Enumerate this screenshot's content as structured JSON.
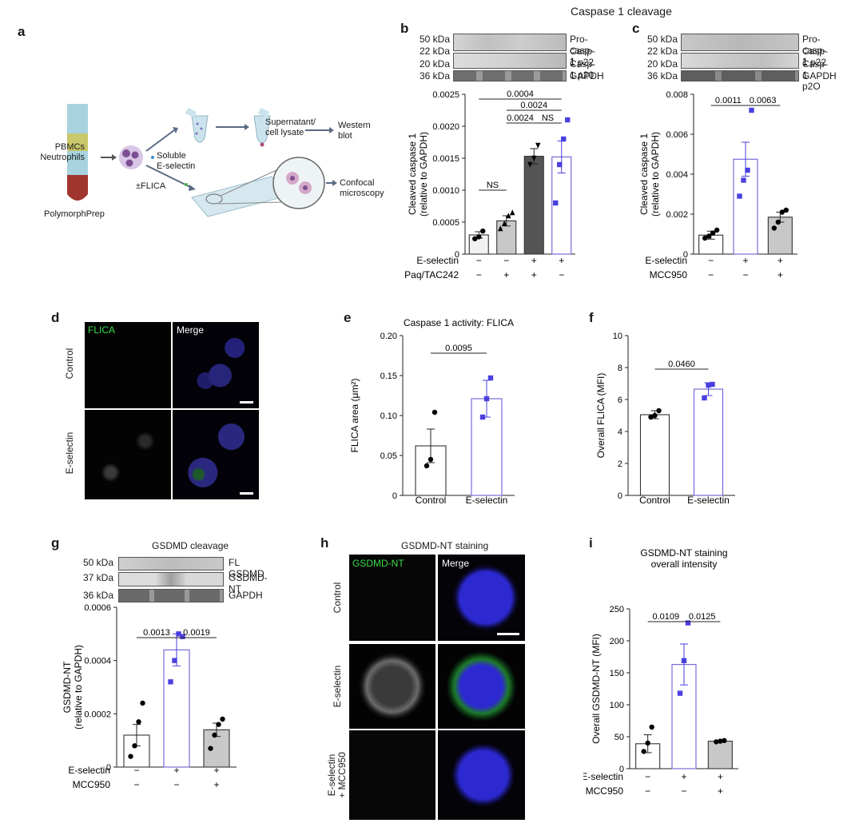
{
  "labels": {
    "a": "a",
    "b": "b",
    "c": "c",
    "d": "d",
    "e": "e",
    "f": "f",
    "g": "g",
    "h": "h",
    "i": "i"
  },
  "bc_header": "Caspase 1 cleavage",
  "schematic": {
    "ficoll": "PolymorphPrep",
    "layers": [
      "PBMCs",
      "Neutrophils"
    ],
    "soluble": "Soluble\nE-selectin",
    "flica": "±FLICA",
    "supernatant": "Supernatant/\ncell lysate",
    "western": "Western\nblot",
    "confocal": "Confocal\nmicroscopy"
  },
  "blot_b": {
    "rows": [
      {
        "mw": "50 kDa",
        "name": "Pro-casp-1"
      },
      {
        "mw": "22 kDa",
        "name": "Casp-1 p22"
      },
      {
        "mw": "20 kDa",
        "name": "Casp-1 p20"
      },
      {
        "mw": "36 kDa",
        "name": "GAPDH"
      }
    ]
  },
  "blot_c": {
    "rows": [
      {
        "mw": "50 kDa",
        "name": "Pro-casp-1"
      },
      {
        "mw": "22 kDa",
        "name": "Casp-1 p22"
      },
      {
        "mw": "20 kDa",
        "name": "Casp-1 p2O"
      },
      {
        "mw": "36 kDa",
        "name": "GAPDH"
      }
    ]
  },
  "blot_g": {
    "title": "GSDMD cleavage",
    "rows": [
      {
        "mw": "50 kDa",
        "name": "FL GSDMD"
      },
      {
        "mw": "37 kDa",
        "name": "GSDMD-NT"
      },
      {
        "mw": "36 kDa",
        "name": "GAPDH"
      }
    ]
  },
  "panel_d": {
    "flica": "FLICA",
    "merge": "Merge",
    "rows": [
      "Control",
      "E-selectin"
    ]
  },
  "panel_h": {
    "title": "GSDMD-NT staining",
    "gsdmd": "GSDMD-NT",
    "merge": "Merge",
    "rows": [
      "Control",
      "E-selectin",
      "E-selectin\n+ MCC950"
    ]
  },
  "chart_data": [
    {
      "panel": "b",
      "type": "bar",
      "ylabel": "Cleaved caspase 1\n(relative to GAPDH)",
      "ylim": [
        0,
        0.0025
      ],
      "yticks": [
        "0",
        "0.0005",
        "0.0010",
        "0.0015",
        "0.0020",
        "0.0025"
      ],
      "values": [
        0.0003,
        0.00052,
        0.00153,
        0.00152
      ],
      "errors": [
        5e-05,
        8e-05,
        0.00012,
        0.00025
      ],
      "points": [
        [
          0.00024,
          0.00027,
          0.00036
        ],
        [
          0.0004,
          0.00048,
          0.0006,
          0.00065
        ],
        [
          0.0014,
          0.0015,
          0.0017
        ],
        [
          0.0008,
          0.0014,
          0.0018,
          0.0021
        ]
      ],
      "fills": [
        "#f2f2f2",
        "#c8c8c8",
        "#555555",
        "#ffffff"
      ],
      "strokes": [
        "#333333",
        "#333333",
        "#333333",
        "#6b5fd6"
      ],
      "point_colors": [
        "#000000",
        "#000000",
        "#000000",
        "#4a3fe0"
      ],
      "markers": [
        "circle",
        "triangle",
        "triangle-down",
        "square"
      ],
      "conditions": [
        {
          "name": "E-selectin",
          "signs": [
            "−",
            "−",
            "+",
            "+"
          ]
        },
        {
          "name": "Paq/TAC242",
          "signs": [
            "−",
            "+",
            "+",
            "−"
          ]
        }
      ],
      "comparisons": [
        {
          "pair": [
            0,
            3
          ],
          "label": "0.0004"
        },
        {
          "pair": [
            1,
            3
          ],
          "label": "0.0024"
        },
        {
          "pair": [
            1,
            2
          ],
          "label": "0.0024"
        },
        {
          "pair": [
            2,
            3
          ],
          "label": "NS"
        },
        {
          "pair": [
            0,
            1
          ],
          "label": "NS"
        }
      ]
    },
    {
      "panel": "c",
      "type": "bar",
      "ylabel": "Cleaved caspase 1\n(relative to GAPDH)",
      "ylim": [
        0,
        0.008
      ],
      "yticks": [
        "0",
        "0.002",
        "0.004",
        "0.006",
        "0.008"
      ],
      "values": [
        0.00095,
        0.00475,
        0.00185
      ],
      "errors": [
        0.0002,
        0.00085,
        0.00025
      ],
      "points": [
        [
          0.0008,
          0.0009,
          0.00105,
          0.0012
        ],
        [
          0.0029,
          0.0037,
          0.0042,
          0.0072
        ],
        [
          0.0013,
          0.0016,
          0.0021,
          0.0022
        ]
      ],
      "fills": [
        "#ffffff",
        "#ffffff",
        "#c8c8c8"
      ],
      "strokes": [
        "#333333",
        "#6b5fd6",
        "#333333"
      ],
      "point_colors": [
        "#000000",
        "#4a3fe0",
        "#000000"
      ],
      "markers": [
        "circle",
        "square",
        "circle"
      ],
      "conditions": [
        {
          "name": "E-selectin",
          "signs": [
            "−",
            "+",
            "+"
          ]
        },
        {
          "name": "MCC950",
          "signs": [
            "−",
            "−",
            "+"
          ]
        }
      ],
      "comparisons": [
        {
          "pair": [
            0,
            1
          ],
          "label": "0.0011"
        },
        {
          "pair": [
            1,
            2
          ],
          "label": "0.0063"
        }
      ]
    },
    {
      "panel": "e",
      "type": "bar",
      "title": "Caspase 1 activity: FLICA",
      "ylabel": "FLICA area (μm²)",
      "ylim": [
        0,
        0.2
      ],
      "yticks": [
        "0",
        "0.05",
        "0.10",
        "0.15",
        "0.20"
      ],
      "categories": [
        "Control",
        "E-selectin"
      ],
      "values": [
        0.062,
        0.121
      ],
      "errors": [
        0.021,
        0.023
      ],
      "points": [
        [
          0.037,
          0.045,
          0.104
        ],
        [
          0.098,
          0.121,
          0.147
        ]
      ],
      "fills": [
        "#ffffff",
        "#ffffff"
      ],
      "strokes": [
        "#333333",
        "#6b5fd6"
      ],
      "point_colors": [
        "#000000",
        "#4a3fe0"
      ],
      "markers": [
        "circle",
        "square"
      ],
      "comparisons": [
        {
          "pair": [
            0,
            1
          ],
          "label": "0.0095"
        }
      ]
    },
    {
      "panel": "f",
      "type": "bar",
      "ylabel": "Overall FLICA (MFI)",
      "ylim": [
        0,
        10
      ],
      "yticks": [
        "0",
        "2",
        "4",
        "6",
        "8",
        "10"
      ],
      "categories": [
        "Control",
        "E-selectin"
      ],
      "values": [
        5.05,
        6.65
      ],
      "errors": [
        0.25,
        0.4
      ],
      "points": [
        [
          4.9,
          5.0,
          5.3
        ],
        [
          6.1,
          6.9,
          6.95
        ]
      ],
      "fills": [
        "#ffffff",
        "#ffffff"
      ],
      "strokes": [
        "#333333",
        "#6b5fd6"
      ],
      "point_colors": [
        "#000000",
        "#4a3fe0"
      ],
      "markers": [
        "circle",
        "square"
      ],
      "comparisons": [
        {
          "pair": [
            0,
            1
          ],
          "label": "0.0460"
        }
      ]
    },
    {
      "panel": "g",
      "type": "bar",
      "ylabel": "GSDMD-NT\n(relative to GAPDH)",
      "ylim": [
        0,
        0.0006
      ],
      "yticks": [
        "0",
        "0.0002",
        "0.0004",
        "0.0006"
      ],
      "values": [
        0.00012,
        0.00044,
        0.00014
      ],
      "errors": [
        4e-05,
        6e-05,
        2.5e-05
      ],
      "points": [
        [
          4e-05,
          8e-05,
          0.00017,
          0.00024
        ],
        [
          0.00032,
          0.0004,
          0.0005,
          0.00049
        ],
        [
          7e-05,
          0.00012,
          0.00016,
          0.00018
        ]
      ],
      "fills": [
        "#ffffff",
        "#ffffff",
        "#c8c8c8"
      ],
      "strokes": [
        "#333333",
        "#6b5fd6",
        "#333333"
      ],
      "point_colors": [
        "#000000",
        "#4a3fe0",
        "#000000"
      ],
      "markers": [
        "circle",
        "square",
        "circle"
      ],
      "conditions": [
        {
          "name": "E-selectin",
          "signs": [
            "−",
            "+",
            "+"
          ]
        },
        {
          "name": "MCC950",
          "signs": [
            "−",
            "−",
            "+"
          ]
        }
      ],
      "comparisons": [
        {
          "pair": [
            0,
            1
          ],
          "label": "0.0013"
        },
        {
          "pair": [
            1,
            2
          ],
          "label": "0.0019"
        }
      ]
    },
    {
      "panel": "i",
      "type": "bar",
      "title": "GSDMD-NT staining\noverall intensity",
      "ylabel": "Overall GSDMD-NT (MFI)",
      "ylim": [
        0,
        250
      ],
      "yticks": [
        "0",
        "50",
        "100",
        "150",
        "200",
        "250"
      ],
      "values": [
        39,
        163,
        43
      ],
      "errors": [
        14,
        32,
        1.5
      ],
      "points": [
        [
          27,
          40,
          65
        ],
        [
          118,
          169,
          228
        ],
        [
          42,
          43,
          44
        ]
      ],
      "fills": [
        "#ffffff",
        "#ffffff",
        "#c8c8c8"
      ],
      "strokes": [
        "#333333",
        "#6b5fd6",
        "#333333"
      ],
      "point_colors": [
        "#000000",
        "#4a3fe0",
        "#000000"
      ],
      "markers": [
        "circle",
        "square",
        "circle"
      ],
      "conditions": [
        {
          "name": "E-selectin",
          "signs": [
            "−",
            "+",
            "+"
          ]
        },
        {
          "name": "MCC950",
          "signs": [
            "−",
            "−",
            "+"
          ]
        }
      ],
      "comparisons": [
        {
          "pair": [
            0,
            1
          ],
          "label": "0.0109"
        },
        {
          "pair": [
            1,
            2
          ],
          "label": "0.0125"
        }
      ]
    }
  ]
}
